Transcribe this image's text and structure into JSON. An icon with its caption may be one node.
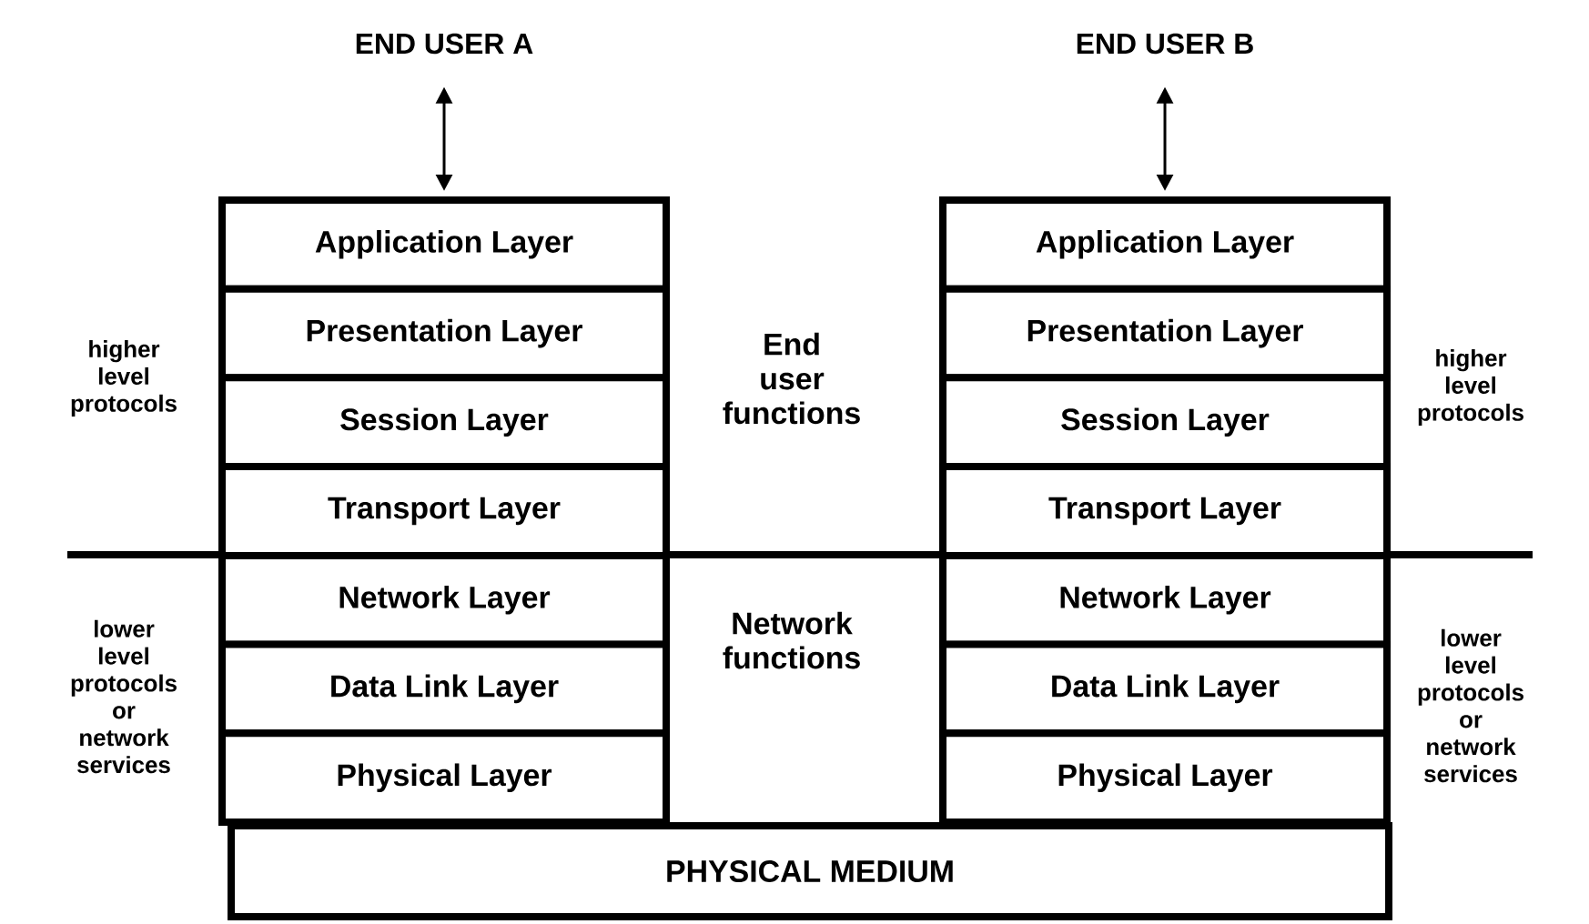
{
  "diagram": {
    "nodes": [
      {
        "text": [
          "END USER A"
        ]
      },
      {
        "text": [
          "END USER B"
        ]
      },
      {
        "text": [
          "Application Layer"
        ]
      },
      {
        "text": [
          "Presentation Layer"
        ]
      },
      {
        "text": [
          "Session Layer"
        ]
      },
      {
        "text": [
          "Transport Layer"
        ]
      },
      {
        "text": [
          "Network Layer"
        ]
      },
      {
        "text": [
          "Data Link Layer"
        ]
      },
      {
        "text": [
          "Physical Layer"
        ]
      },
      {
        "text": [
          "Application Layer"
        ]
      },
      {
        "text": [
          "Presentation Layer"
        ]
      },
      {
        "text": [
          "Session Layer"
        ]
      },
      {
        "text": [
          "Transport Layer"
        ]
      },
      {
        "text": [
          "Network Layer"
        ]
      },
      {
        "text": [
          "Data Link Layer"
        ]
      },
      {
        "text": [
          "Physical Layer"
        ]
      },
      {
        "text": [
          "PHYSICAL MEDIUM"
        ]
      }
    ],
    "edges": [
      {
        "from": 0,
        "to": 2,
        "arrow": "both"
      },
      {
        "from": 1,
        "to": 9,
        "arrow": "both"
      }
    ],
    "labels": [
      "higher level protocols",
      "End user functions",
      "higher level protocols",
      "lower level protocols or network services",
      "Network functions",
      "lower level protocols or network services"
    ]
  }
}
